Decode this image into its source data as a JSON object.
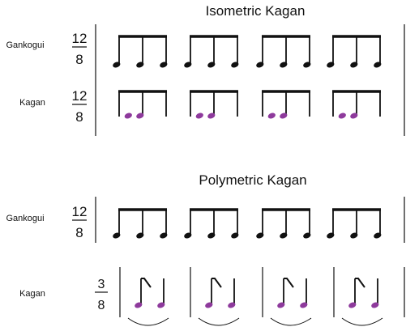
{
  "colors": {
    "ink": "#111111",
    "accent": "#8e3a9c"
  },
  "isometric": {
    "title": "Isometric Kagan",
    "rows": [
      {
        "label": "Gankogui",
        "time_signature": {
          "top": "12",
          "bottom": "8"
        },
        "pattern": [
          1,
          0,
          1,
          1
        ],
        "note_color": "ink",
        "measures": 4
      },
      {
        "label": "Kagan",
        "time_signature": {
          "top": "12",
          "bottom": "8"
        },
        "pattern": [
          0,
          1,
          1,
          0
        ],
        "note_color": "accent",
        "measures": 4
      }
    ]
  },
  "polymetric": {
    "title": "Polymetric Kagan",
    "rows": [
      {
        "label": "Gankogui",
        "time_signature": {
          "top": "12",
          "bottom": "8"
        },
        "pattern": [
          1,
          0,
          1,
          1
        ],
        "note_color": "ink",
        "measures": 4
      },
      {
        "label": "Kagan",
        "time_signature": {
          "top": "3",
          "bottom": "8"
        },
        "pattern": [
          "rest",
          1,
          1
        ],
        "note_color": "accent",
        "measures": 4
      }
    ]
  }
}
